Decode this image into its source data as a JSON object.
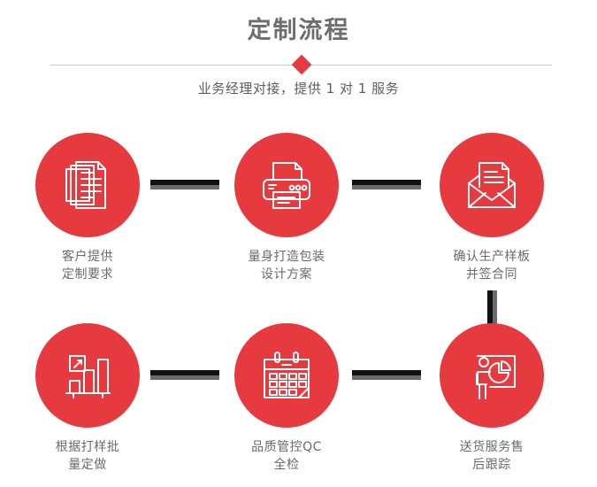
{
  "header": {
    "title": "定制流程",
    "subtitle": "业务经理对接，提供 1 对 1 服务",
    "title_color": "#6e6e6e",
    "accent_color": "#e63a3f",
    "divider_color": "#c9c9c9"
  },
  "flow": {
    "connector_color_dark": "#111111",
    "connector_color_light": "#6b6b6b",
    "steps": [
      {
        "index": 1,
        "icon": "stacked-documents-icon",
        "caption": "客户提供\n定制要求"
      },
      {
        "index": 2,
        "icon": "printer-icon",
        "caption": "量身打造包装\n设计方案"
      },
      {
        "index": 3,
        "icon": "open-envelope-document-icon",
        "caption": "确认生产样板\n并签合同"
      },
      {
        "index": 4,
        "icon": "bar-chart-growth-icon",
        "caption": "根据打样批\n量定做"
      },
      {
        "index": 5,
        "icon": "calendar-edit-icon",
        "caption": "品质管控QC\n全检"
      },
      {
        "index": 6,
        "icon": "presenter-pie-chart-icon",
        "caption": "送货服务售\n后跟踪"
      }
    ]
  }
}
